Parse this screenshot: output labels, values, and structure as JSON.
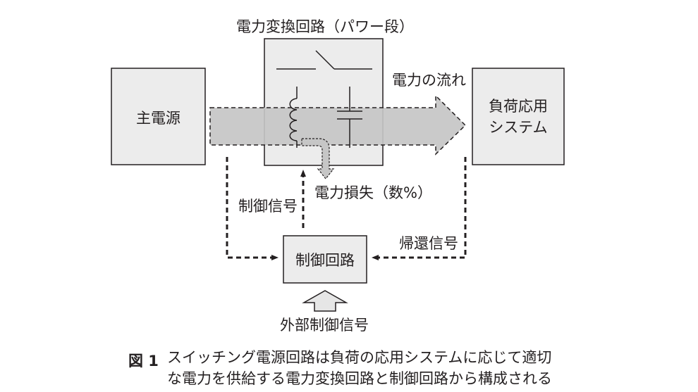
{
  "diagram": {
    "blocks": {
      "main_power": "主電源",
      "converter_title": "電力変換回路（パワー段）",
      "load_line1": "負荷応用",
      "load_line2": "システム",
      "control": "制御回路"
    },
    "labels": {
      "power_flow": "電力の流れ",
      "power_loss": "電力損失（数%）",
      "control_signal": "制御信号",
      "feedback_signal": "帰還信号",
      "external_signal": "外部制御信号"
    }
  },
  "caption": {
    "figure_label": "図 1",
    "line1": "スイッチング電源回路は負荷の応用システムに応じて適切",
    "line2": "な電力を供給する電力変換回路と制御回路から構成される"
  },
  "colors": {
    "box_fill": "#ececec",
    "arrow_fill": "#c8c8c8",
    "stroke": "#231f20"
  }
}
